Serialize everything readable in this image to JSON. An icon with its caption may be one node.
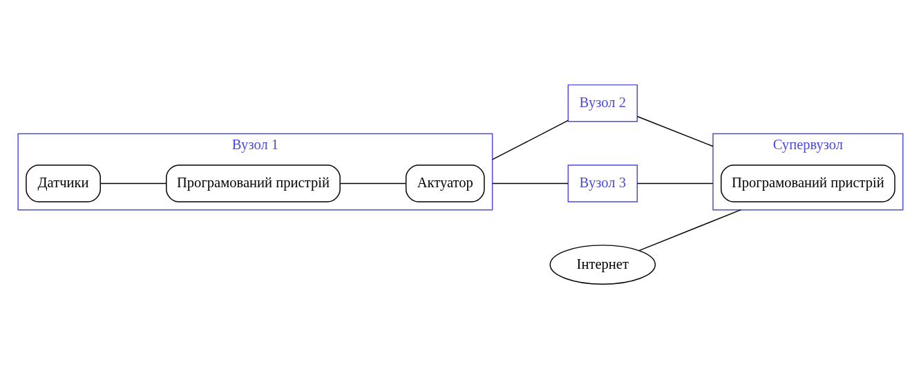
{
  "diagram": {
    "nodes": [
      {
        "text": [
          "Вузол 1"
        ]
      },
      {
        "text": [
          "Датчики"
        ],
        "in": 0
      },
      {
        "text": [
          "Програмований пристрій"
        ],
        "in": 0
      },
      {
        "text": [
          "Актуатор"
        ],
        "in": 0
      },
      {
        "text": [
          "Вузол 2"
        ]
      },
      {
        "text": [
          "Інтернет"
        ]
      },
      {
        "text": [
          "Вузол 3"
        ]
      },
      {
        "text": [
          "Супервузол"
        ]
      },
      {
        "text": [
          "Програмований пристрій"
        ],
        "in": 7
      }
    ],
    "edges": [
      {
        "from": 1,
        "to": 2,
        "arrow": "none"
      },
      {
        "from": 2,
        "to": 3,
        "arrow": "none"
      },
      {
        "from": 0,
        "to": 4,
        "arrow": "none"
      },
      {
        "from": 0,
        "to": 6,
        "arrow": "none"
      },
      {
        "from": 4,
        "to": 7,
        "arrow": "none"
      },
      {
        "from": 6,
        "to": 7,
        "arrow": "none"
      },
      {
        "from": 5,
        "to": 7,
        "arrow": "none"
      }
    ]
  }
}
